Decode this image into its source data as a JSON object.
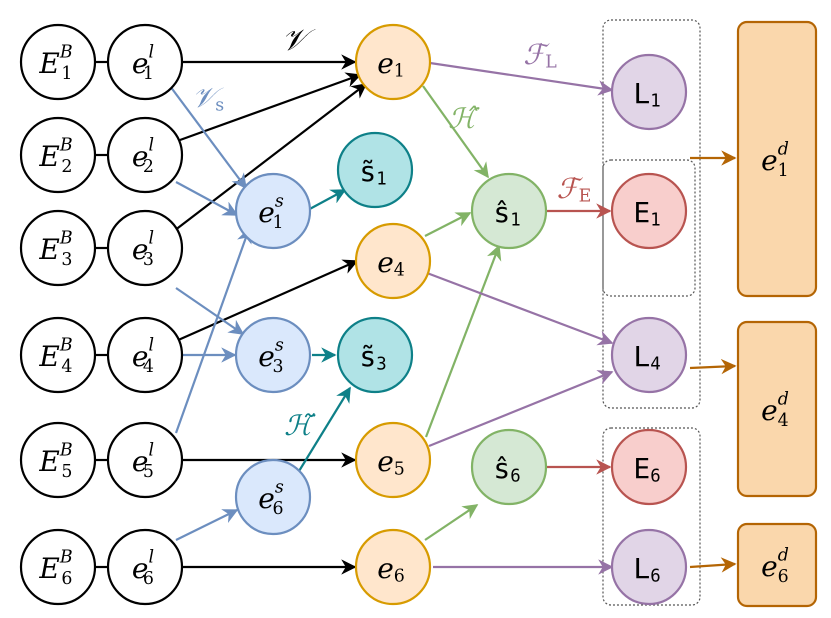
{
  "colors": {
    "black": "#000000",
    "orange": "#d79b00",
    "orange_fill": "#ffe6cc",
    "blue": "#6c8ebf",
    "blue_fill": "#dae8fc",
    "teal": "#0e8088",
    "teal_fill": "#b0e3e6",
    "green": "#82b366",
    "green_fill": "#d5e8d4",
    "purple": "#9673a6",
    "purple_fill": "#e1d5e7",
    "red": "#b85450",
    "red_fill": "#f8cecc",
    "brown": "#b46504",
    "brown_fill": "#fad7ac"
  },
  "nodes": {
    "EB": [
      {
        "base": "E",
        "sup": "B",
        "sub": "1"
      },
      {
        "base": "E",
        "sup": "B",
        "sub": "2"
      },
      {
        "base": "E",
        "sup": "B",
        "sub": "3"
      },
      {
        "base": "E",
        "sup": "B",
        "sub": "4"
      },
      {
        "base": "E",
        "sup": "B",
        "sub": "5"
      },
      {
        "base": "E",
        "sup": "B",
        "sub": "6"
      }
    ],
    "el": [
      {
        "base": "e",
        "sup": "l",
        "sub": "1"
      },
      {
        "base": "e",
        "sup": "l",
        "sub": "2"
      },
      {
        "base": "e",
        "sup": "l",
        "sub": "3"
      },
      {
        "base": "e",
        "sup": "l",
        "sub": "4"
      },
      {
        "base": "e",
        "sup": "l",
        "sub": "5"
      },
      {
        "base": "e",
        "sup": "l",
        "sub": "6"
      }
    ],
    "es": [
      {
        "base": "e",
        "sup": "s",
        "sub": "1"
      },
      {
        "base": "e",
        "sup": "s",
        "sub": "3"
      },
      {
        "base": "e",
        "sup": "s",
        "sub": "6"
      }
    ],
    "s_tilde": [
      {
        "base": "s̃",
        "sub": "1"
      },
      {
        "base": "s̃",
        "sub": "3"
      }
    ],
    "e": [
      {
        "base": "e",
        "sub": "1"
      },
      {
        "base": "e",
        "sub": "4"
      },
      {
        "base": "e",
        "sub": "5"
      },
      {
        "base": "e",
        "sub": "6"
      }
    ],
    "s_hat": [
      {
        "base": "ŝ",
        "sub": "1"
      },
      {
        "base": "ŝ",
        "sub": "6"
      }
    ],
    "L": [
      {
        "base": "L",
        "sub": "1"
      },
      {
        "base": "L",
        "sub": "4"
      },
      {
        "base": "L",
        "sub": "6"
      }
    ],
    "E": [
      {
        "base": "E",
        "sub": "1"
      },
      {
        "base": "E",
        "sub": "6"
      }
    ],
    "ed": [
      {
        "base": "e",
        "sup": "d",
        "sub": "1"
      },
      {
        "base": "e",
        "sup": "d",
        "sub": "4"
      },
      {
        "base": "e",
        "sup": "d",
        "sub": "6"
      }
    ]
  },
  "edge_labels": {
    "V": {
      "base": "𝒱"
    },
    "Vs": {
      "base": "𝒱",
      "sub": "s"
    },
    "FL": {
      "base": "ℱ",
      "sub": "L"
    },
    "FE": {
      "base": "ℱ",
      "sub": "E"
    },
    "H_hat": {
      "base": "ℋ̂"
    },
    "H_tilde": {
      "base": "ℋ̃"
    }
  }
}
